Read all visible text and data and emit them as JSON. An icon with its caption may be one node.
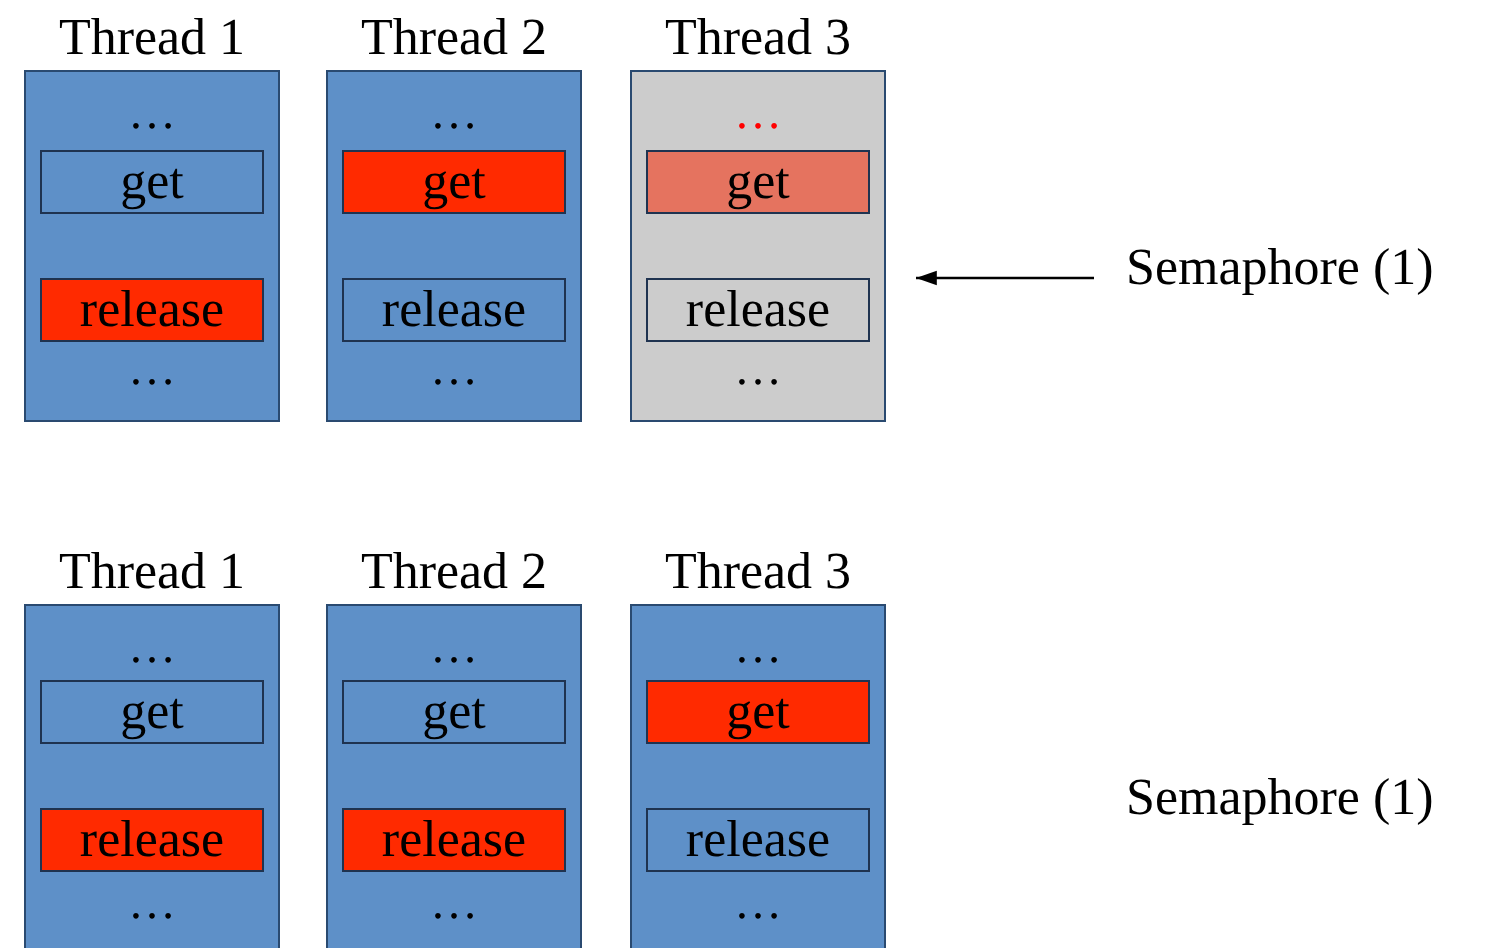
{
  "diagram": {
    "nodes": [
      {
        "text": [
          "Thread 1",
          "…",
          "…"
        ]
      },
      {
        "text": [
          "get"
        ],
        "in": 0
      },
      {
        "text": [
          "release"
        ],
        "in": 0
      },
      {
        "text": [
          "Thread 2",
          "…",
          "…"
        ]
      },
      {
        "text": [
          "get"
        ],
        "in": 3
      },
      {
        "text": [
          "release"
        ],
        "in": 3
      },
      {
        "text": [
          "Thread 3",
          "…",
          "…"
        ]
      },
      {
        "text": [
          "get"
        ],
        "in": 6
      },
      {
        "text": [
          "release"
        ],
        "in": 6
      },
      {
        "text": [
          "Semaphore (1)"
        ]
      },
      {
        "text": [
          "Thread 1",
          "…",
          "…"
        ]
      },
      {
        "text": [
          "get"
        ],
        "in": 10
      },
      {
        "text": [
          "release"
        ],
        "in": 10
      },
      {
        "text": [
          "Thread 2",
          "…",
          "…"
        ]
      },
      {
        "text": [
          "get"
        ],
        "in": 13
      },
      {
        "text": [
          "release"
        ],
        "in": 13
      },
      {
        "text": [
          "Thread 3",
          "…",
          "…"
        ]
      },
      {
        "text": [
          "get"
        ],
        "in": 16
      },
      {
        "text": [
          "release"
        ],
        "in": 16
      }
    ],
    "edges": [
      {
        "from": 9,
        "to": 6,
        "arrow": "to"
      }
    ],
    "labels": [
      "Semaphore (1)"
    ]
  }
}
